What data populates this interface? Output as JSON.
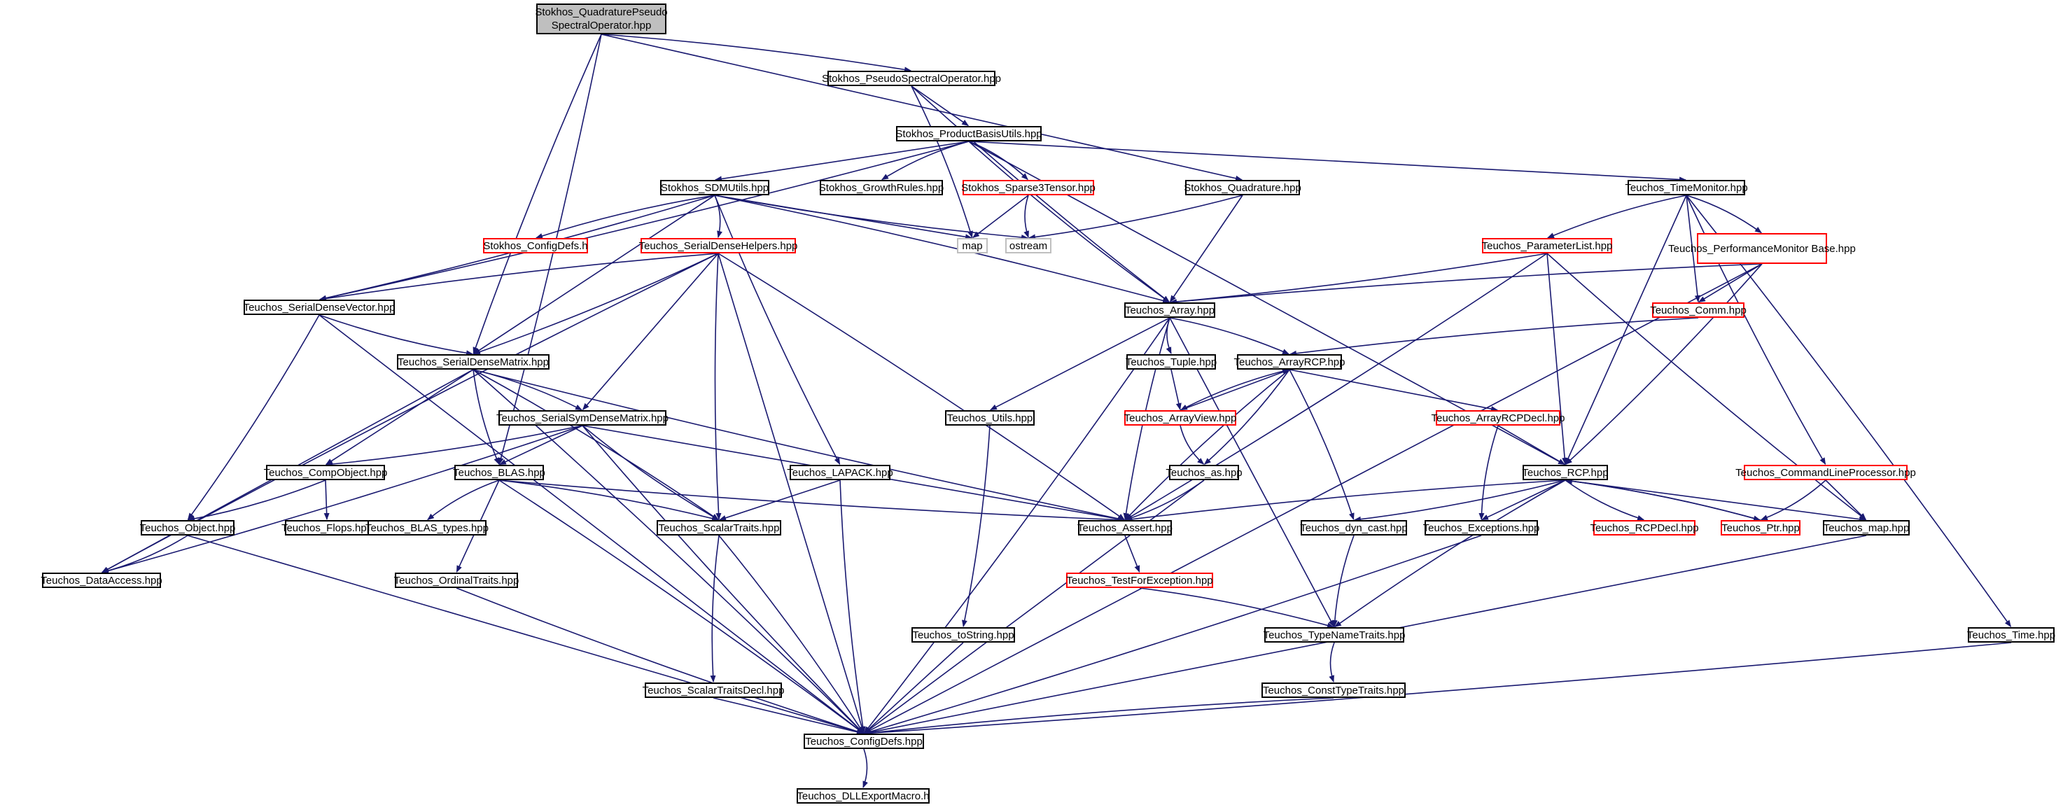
{
  "colors": {
    "edge": "#191970",
    "normal_border": "#000000",
    "incomplete_border": "#ff0000",
    "system_border": "#bfbfbf",
    "root_fill": "#bfbfbf"
  },
  "nodes": [
    {
      "id": "root",
      "label": "Stokhos_QuadraturePseudo SpectralOperator.hpp",
      "style": "root"
    },
    {
      "id": "pso",
      "label": "Stokhos_PseudoSpectralOperator.hpp",
      "style": "normal"
    },
    {
      "id": "pbu",
      "label": "Stokhos_ProductBasisUtils.hpp",
      "style": "normal"
    },
    {
      "id": "sdm",
      "label": "Stokhos_SDMUtils.hpp",
      "style": "normal"
    },
    {
      "id": "gr",
      "label": "Stokhos_GrowthRules.hpp",
      "style": "normal"
    },
    {
      "id": "s3t",
      "label": "Stokhos_Sparse3Tensor.hpp",
      "style": "red"
    },
    {
      "id": "quad",
      "label": "Stokhos_Quadrature.hpp",
      "style": "normal"
    },
    {
      "id": "tm",
      "label": "Teuchos_TimeMonitor.hpp",
      "style": "normal"
    },
    {
      "id": "scd",
      "label": "Stokhos_ConfigDefs.h",
      "style": "red"
    },
    {
      "id": "sdh",
      "label": "Teuchos_SerialDenseHelpers.hpp",
      "style": "red"
    },
    {
      "id": "map",
      "label": "map",
      "style": "gray"
    },
    {
      "id": "ostream",
      "label": "ostream",
      "style": "gray"
    },
    {
      "id": "pl",
      "label": "Teuchos_ParameterList.hpp",
      "style": "red"
    },
    {
      "id": "pmb",
      "label": "Teuchos_PerformanceMonitor Base.hpp",
      "style": "red"
    },
    {
      "id": "sdv",
      "label": "Teuchos_SerialDenseVector.hpp",
      "style": "normal"
    },
    {
      "id": "array",
      "label": "Teuchos_Array.hpp",
      "style": "normal"
    },
    {
      "id": "comm",
      "label": "Teuchos_Comm.hpp",
      "style": "red"
    },
    {
      "id": "sdmat",
      "label": "Teuchos_SerialDenseMatrix.hpp",
      "style": "normal"
    },
    {
      "id": "tuple",
      "label": "Teuchos_Tuple.hpp",
      "style": "normal"
    },
    {
      "id": "arcp",
      "label": "Teuchos_ArrayRCP.hpp",
      "style": "normal"
    },
    {
      "id": "ssdm",
      "label": "Teuchos_SerialSymDenseMatrix.hpp",
      "style": "normal"
    },
    {
      "id": "utils",
      "label": "Teuchos_Utils.hpp",
      "style": "normal"
    },
    {
      "id": "aview",
      "label": "Teuchos_ArrayView.hpp",
      "style": "red"
    },
    {
      "id": "arcpd",
      "label": "Teuchos_ArrayRCPDecl.hpp",
      "style": "red"
    },
    {
      "id": "co",
      "label": "Teuchos_CompObject.hpp",
      "style": "normal"
    },
    {
      "id": "blas",
      "label": "Teuchos_BLAS.hpp",
      "style": "normal"
    },
    {
      "id": "lapack",
      "label": "Teuchos_LAPACK.hpp",
      "style": "normal"
    },
    {
      "id": "as",
      "label": "Teuchos_as.hpp",
      "style": "normal"
    },
    {
      "id": "rcp",
      "label": "Teuchos_RCP.hpp",
      "style": "normal"
    },
    {
      "id": "clp",
      "label": "Teuchos_CommandLineProcessor.hpp",
      "style": "red"
    },
    {
      "id": "obj",
      "label": "Teuchos_Object.hpp",
      "style": "normal"
    },
    {
      "id": "flops",
      "label": "Teuchos_Flops.hpp",
      "style": "normal"
    },
    {
      "id": "blast",
      "label": "Teuchos_BLAS_types.hpp",
      "style": "normal"
    },
    {
      "id": "st",
      "label": "Teuchos_ScalarTraits.hpp",
      "style": "normal"
    },
    {
      "id": "assert",
      "label": "Teuchos_Assert.hpp",
      "style": "normal"
    },
    {
      "id": "dyn",
      "label": "Teuchos_dyn_cast.hpp",
      "style": "normal"
    },
    {
      "id": "exc",
      "label": "Teuchos_Exceptions.hpp",
      "style": "normal"
    },
    {
      "id": "rcpd",
      "label": "Teuchos_RCPDecl.hpp",
      "style": "red"
    },
    {
      "id": "ptr",
      "label": "Teuchos_Ptr.hpp",
      "style": "red"
    },
    {
      "id": "tmap",
      "label": "Teuchos_map.hpp",
      "style": "normal"
    },
    {
      "id": "da",
      "label": "Teuchos_DataAccess.hpp",
      "style": "normal"
    },
    {
      "id": "ot",
      "label": "Teuchos_OrdinalTraits.hpp",
      "style": "normal"
    },
    {
      "id": "tfe",
      "label": "Teuchos_TestForException.hpp",
      "style": "red"
    },
    {
      "id": "tostr",
      "label": "Teuchos_toString.hpp",
      "style": "normal"
    },
    {
      "id": "tnt",
      "label": "Teuchos_TypeNameTraits.hpp",
      "style": "normal"
    },
    {
      "id": "time",
      "label": "Teuchos_Time.hpp",
      "style": "normal"
    },
    {
      "id": "stdecl",
      "label": "Teuchos_ScalarTraitsDecl.hpp",
      "style": "normal"
    },
    {
      "id": "ctt",
      "label": "Teuchos_ConstTypeTraits.hpp",
      "style": "normal"
    },
    {
      "id": "cfg",
      "label": "Teuchos_ConfigDefs.hpp",
      "style": "normal"
    },
    {
      "id": "dll",
      "label": "Teuchos_DLLExportMacro.h",
      "style": "normal"
    }
  ],
  "edges": [
    [
      "root",
      "pso"
    ],
    [
      "root",
      "quad"
    ],
    [
      "root",
      "sdmat"
    ],
    [
      "root",
      "blas"
    ],
    [
      "pso",
      "pbu"
    ],
    [
      "pso",
      "array"
    ],
    [
      "pso",
      "map"
    ],
    [
      "pbu",
      "sdm"
    ],
    [
      "pbu",
      "gr"
    ],
    [
      "pbu",
      "s3t"
    ],
    [
      "pbu",
      "tm"
    ],
    [
      "pbu",
      "array"
    ],
    [
      "pbu",
      "sdv"
    ],
    [
      "pbu",
      "rcp"
    ],
    [
      "sdm",
      "scd"
    ],
    [
      "sdm",
      "sdh"
    ],
    [
      "sdm",
      "map"
    ],
    [
      "sdm",
      "ostream"
    ],
    [
      "sdm",
      "sdv"
    ],
    [
      "sdm",
      "sdmat"
    ],
    [
      "sdm",
      "lapack"
    ],
    [
      "sdm",
      "array"
    ],
    [
      "s3t",
      "map"
    ],
    [
      "s3t",
      "ostream"
    ],
    [
      "quad",
      "ostream"
    ],
    [
      "quad",
      "array"
    ],
    [
      "tm",
      "pl"
    ],
    [
      "tm",
      "pmb"
    ],
    [
      "tm",
      "comm"
    ],
    [
      "tm",
      "clp"
    ],
    [
      "tm",
      "time"
    ],
    [
      "tm",
      "rcp"
    ],
    [
      "sdh",
      "sdv"
    ],
    [
      "sdh",
      "sdmat"
    ],
    [
      "sdh",
      "ssdm"
    ],
    [
      "sdh",
      "st"
    ],
    [
      "sdh",
      "assert"
    ],
    [
      "sdh",
      "cfg"
    ],
    [
      "sdh",
      "da"
    ],
    [
      "pl",
      "array"
    ],
    [
      "pl",
      "rcp"
    ],
    [
      "pl",
      "tmap"
    ],
    [
      "pl",
      "assert"
    ],
    [
      "pmb",
      "comm"
    ],
    [
      "pmb",
      "array"
    ],
    [
      "pmb",
      "rcp"
    ],
    [
      "pmb",
      "cfg"
    ],
    [
      "sdv",
      "sdmat"
    ],
    [
      "sdv",
      "obj"
    ],
    [
      "sdv",
      "cfg"
    ],
    [
      "array",
      "tuple"
    ],
    [
      "array",
      "arcp"
    ],
    [
      "array",
      "utils"
    ],
    [
      "array",
      "assert"
    ],
    [
      "array",
      "cfg"
    ],
    [
      "array",
      "tnt"
    ],
    [
      "comm",
      "arcp"
    ],
    [
      "sdmat",
      "ssdm"
    ],
    [
      "sdmat",
      "co"
    ],
    [
      "sdmat",
      "blas"
    ],
    [
      "sdmat",
      "st"
    ],
    [
      "sdmat",
      "da"
    ],
    [
      "sdmat",
      "assert"
    ],
    [
      "sdmat",
      "cfg"
    ],
    [
      "tuple",
      "aview"
    ],
    [
      "arcp",
      "aview"
    ],
    [
      "arcp",
      "as"
    ],
    [
      "arcp",
      "arcpd"
    ],
    [
      "arcp",
      "assert"
    ],
    [
      "arcp",
      "dyn"
    ],
    [
      "aview",
      "arcp"
    ],
    [
      "aview",
      "as"
    ],
    [
      "ssdm",
      "co"
    ],
    [
      "ssdm",
      "blas"
    ],
    [
      "ssdm",
      "st"
    ],
    [
      "ssdm",
      "da"
    ],
    [
      "ssdm",
      "assert"
    ],
    [
      "ssdm",
      "cfg"
    ],
    [
      "utils",
      "tostr"
    ],
    [
      "arcpd",
      "rcp"
    ],
    [
      "arcpd",
      "exc"
    ],
    [
      "co",
      "obj"
    ],
    [
      "co",
      "flops"
    ],
    [
      "blas",
      "blast"
    ],
    [
      "blas",
      "st"
    ],
    [
      "blas",
      "ot"
    ],
    [
      "blas",
      "assert"
    ],
    [
      "blas",
      "cfg"
    ],
    [
      "lapack",
      "st"
    ],
    [
      "lapack",
      "cfg"
    ],
    [
      "as",
      "assert"
    ],
    [
      "as",
      "cfg"
    ],
    [
      "rcp",
      "assert"
    ],
    [
      "rcp",
      "dyn"
    ],
    [
      "rcp",
      "exc"
    ],
    [
      "rcp",
      "rcpd"
    ],
    [
      "rcp",
      "ptr"
    ],
    [
      "rcp",
      "tmap"
    ],
    [
      "rcp",
      "tnt"
    ],
    [
      "clp",
      "ptr"
    ],
    [
      "clp",
      "tmap"
    ],
    [
      "ptr",
      "rcp"
    ],
    [
      "obj",
      "da"
    ],
    [
      "obj",
      "cfg"
    ],
    [
      "st",
      "stdecl"
    ],
    [
      "st",
      "cfg"
    ],
    [
      "assert",
      "tfe"
    ],
    [
      "dyn",
      "tnt"
    ],
    [
      "exc",
      "cfg"
    ],
    [
      "tmap",
      "cfg"
    ],
    [
      "ot",
      "cfg"
    ],
    [
      "tfe",
      "tnt"
    ],
    [
      "tostr",
      "cfg"
    ],
    [
      "tnt",
      "ctt"
    ],
    [
      "time",
      "cfg"
    ],
    [
      "stdecl",
      "cfg"
    ],
    [
      "ctt",
      "cfg"
    ],
    [
      "cfg",
      "dll"
    ]
  ]
}
